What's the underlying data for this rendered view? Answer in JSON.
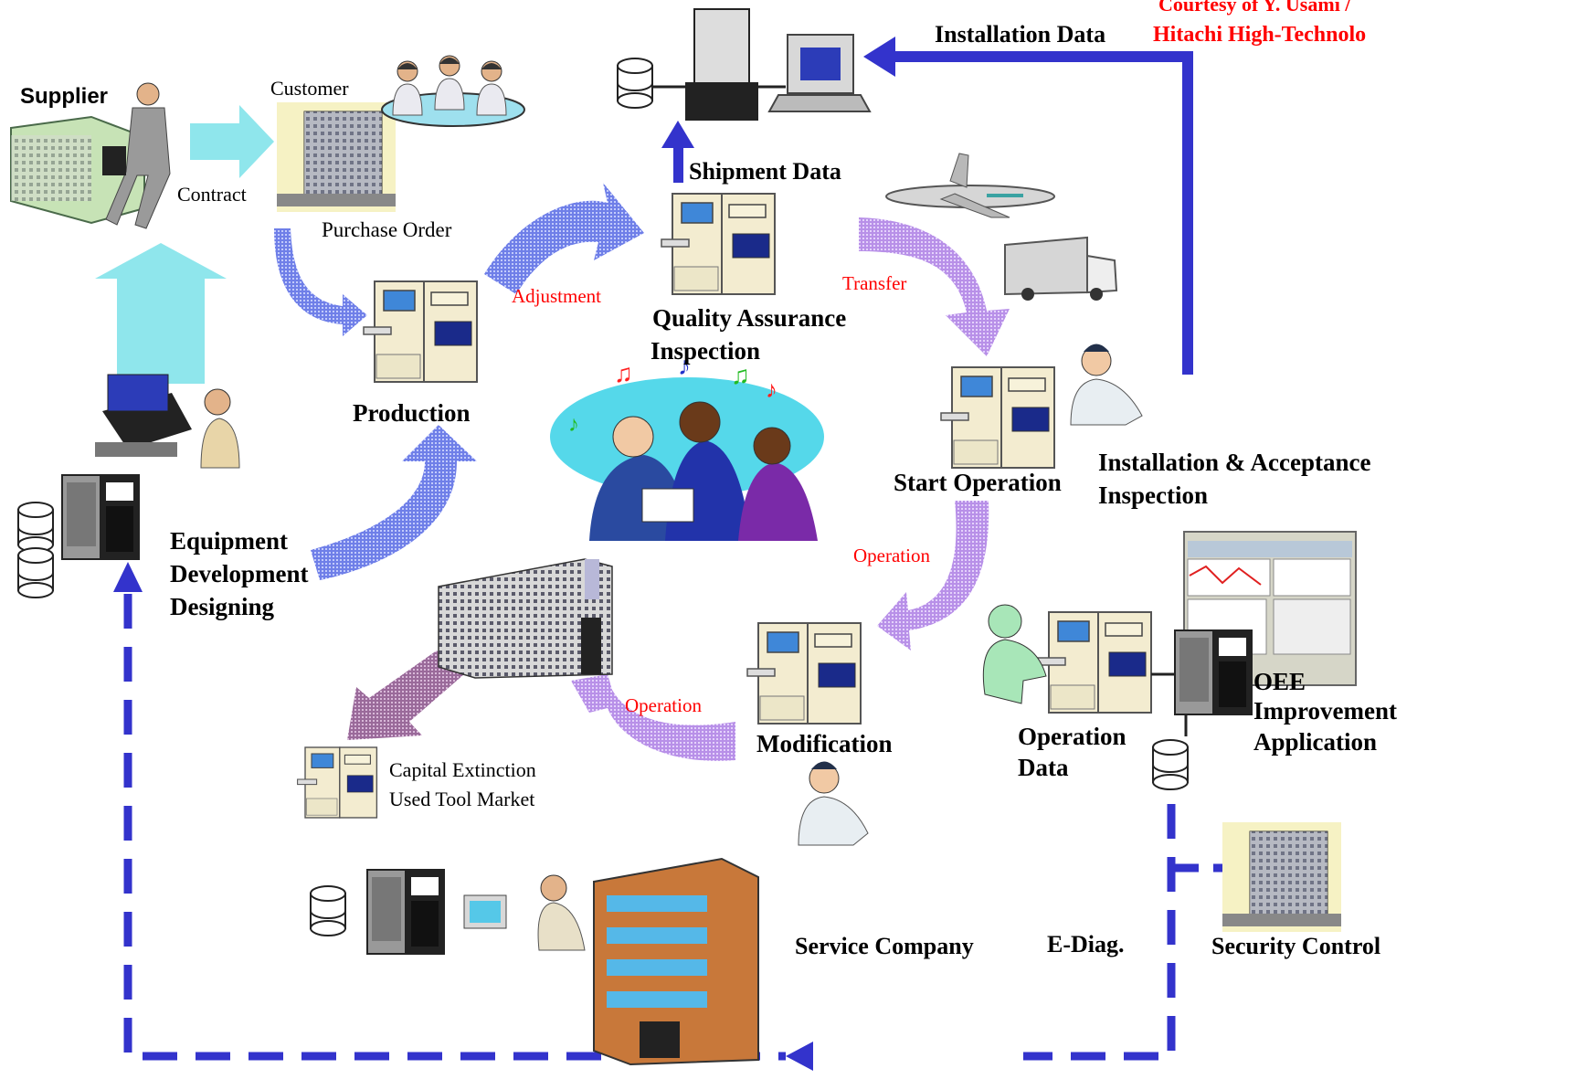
{
  "courtesy": {
    "line1": "Courtesy of Y. Usami /",
    "line2": "Hitachi High-Technolo"
  },
  "flows": {
    "installation_data": "Installation Data",
    "shipment_data": "Shipment Data",
    "service_company": "Service Company",
    "e_diag": "E-Diag."
  },
  "nodes": {
    "supplier": "Supplier",
    "customer": "Customer",
    "contract": "Contract",
    "purchase_order": "Purchase Order",
    "production": "Production",
    "quality_assurance": [
      "Quality Assurance",
      "Inspection"
    ],
    "start_operation": "Start Operation",
    "installation_acceptance": [
      "Installation & Acceptance",
      "Inspection"
    ],
    "equipment_development": [
      "Equipment",
      "Development",
      "Designing"
    ],
    "modification": "Modification",
    "capital_extinction": [
      "Capital Extinction",
      "Used Tool Market"
    ],
    "operation_data": [
      "Operation",
      "Data"
    ],
    "oee_application": [
      "OEE",
      "Improvement",
      "Application"
    ],
    "security_control": "Security Control"
  },
  "steps": {
    "adjustment": "Adjustment",
    "transfer": "Transfer",
    "operation_right": "Operation",
    "operation_bottom": "Operation"
  },
  "colors": {
    "blue_line": "#3333cc",
    "red_text": "#ff0000",
    "lilac_arrow": "#c7a4f0",
    "cyan_arrow": "#8fe6ec",
    "blue_arrow": "#7f8ff0",
    "purple_arrow": "#a878a8"
  }
}
